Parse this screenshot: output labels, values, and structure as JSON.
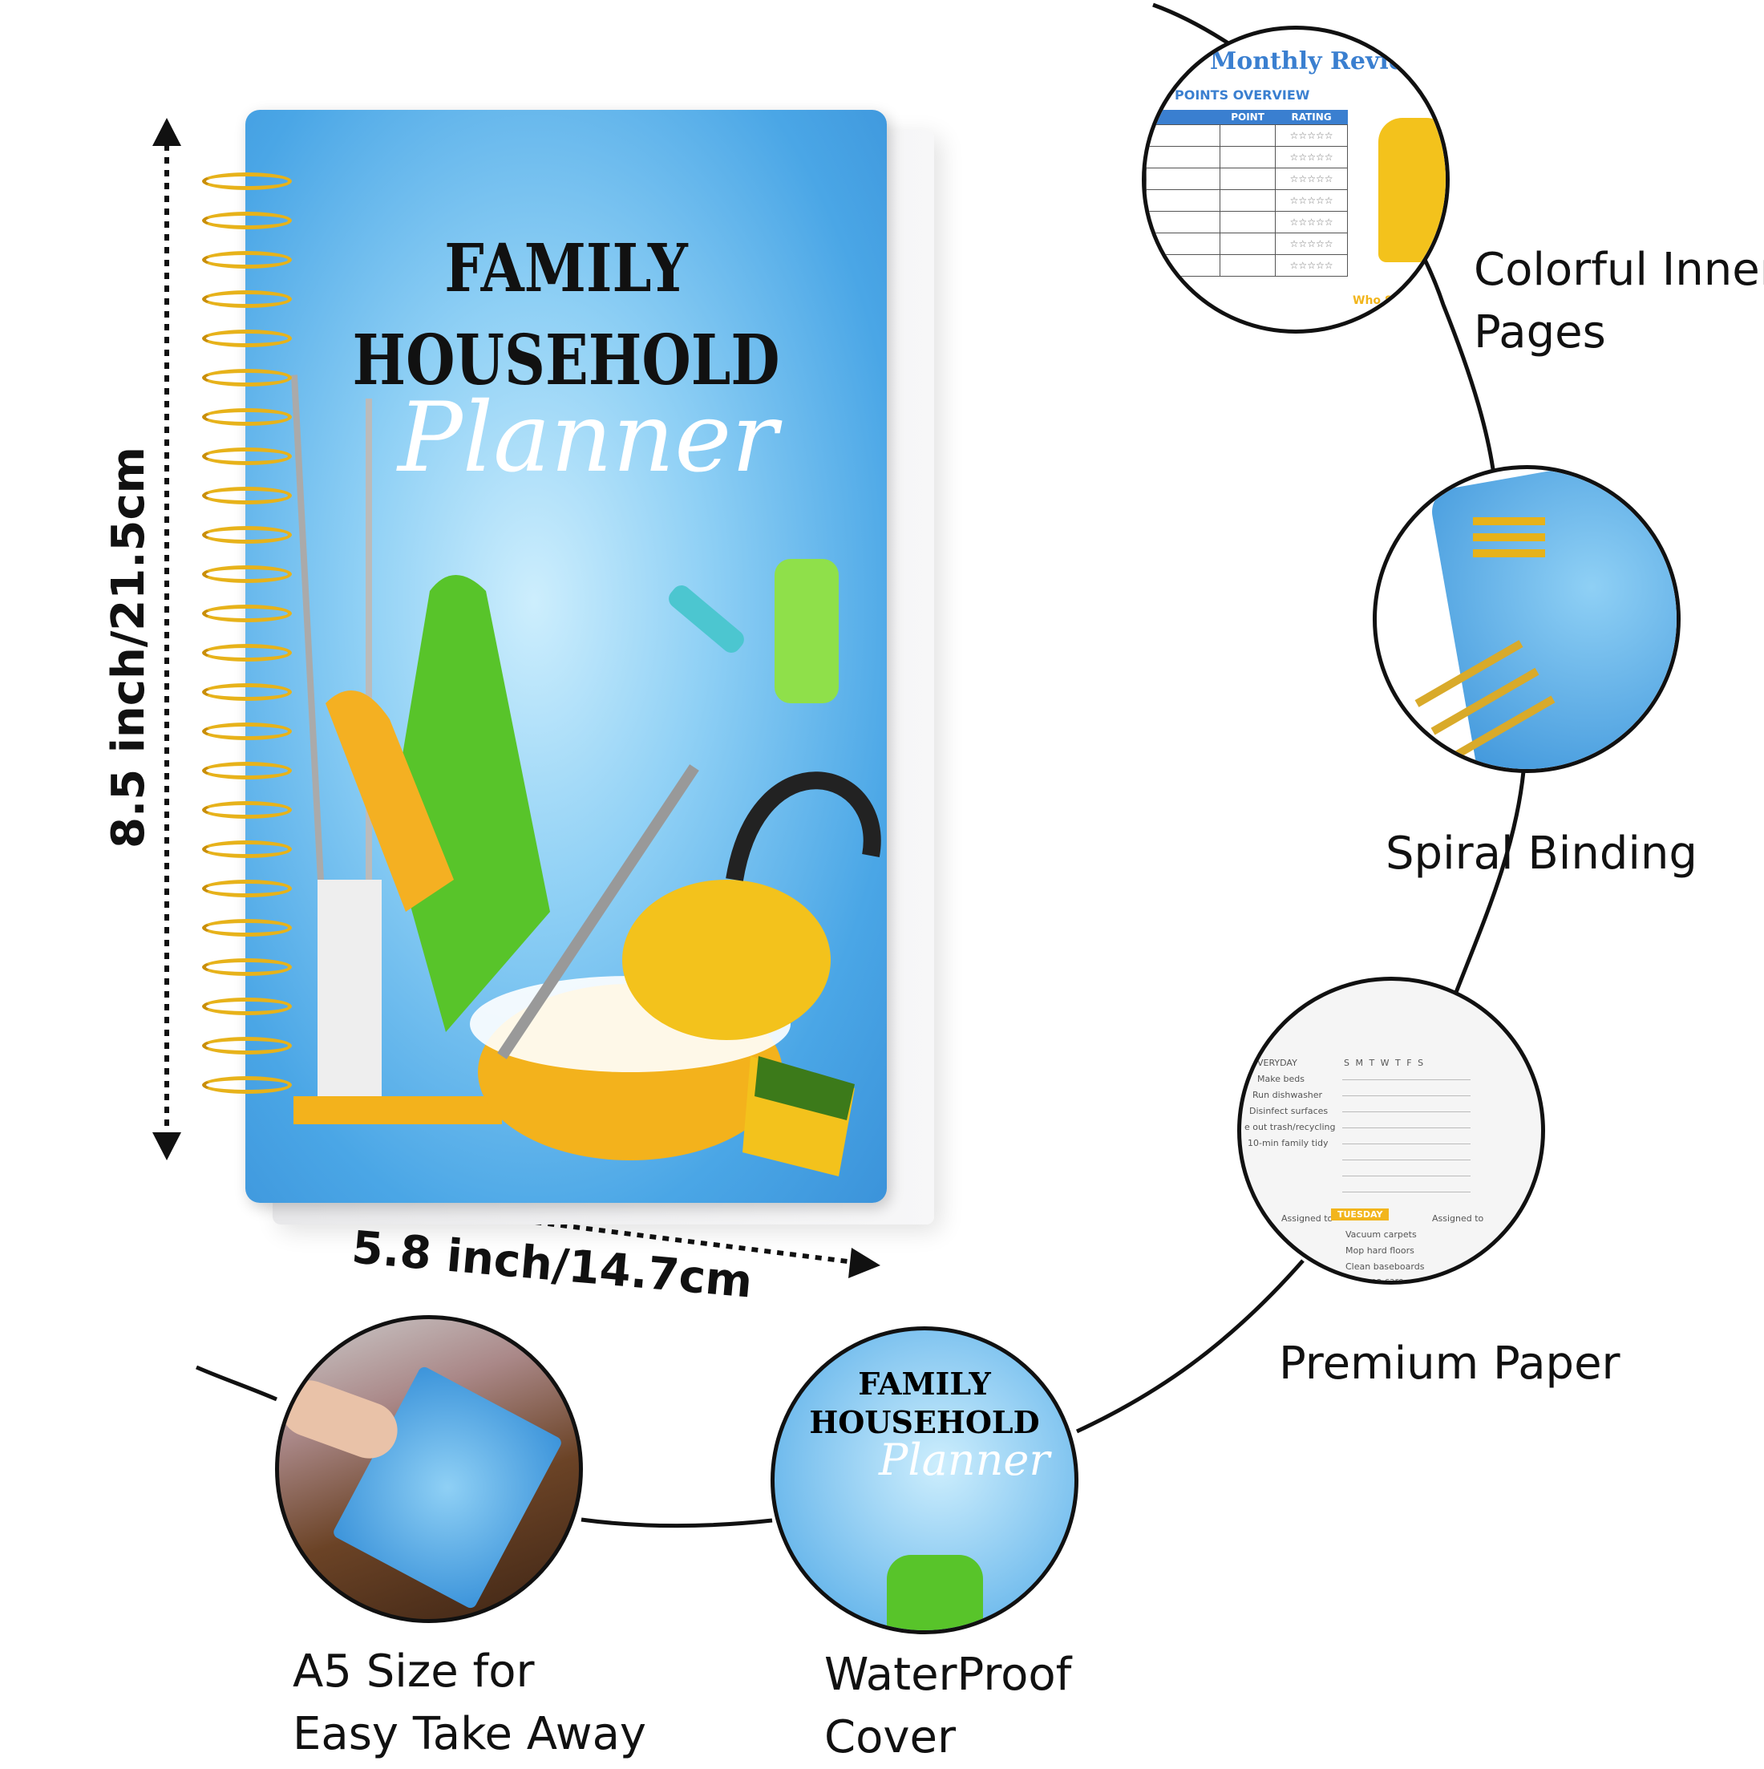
{
  "cover": {
    "title_line1": "FAMILY",
    "title_line2": "HOUSEHOLD",
    "title_line3": "Planner"
  },
  "dimensions": {
    "height_label": "8.5 inch/21.5cm",
    "width_label": "5.8 inch/14.7cm"
  },
  "features": [
    {
      "label_line1": "Colorful Inner",
      "label_line2": "Pages"
    },
    {
      "label_line1": "Spiral Binding"
    },
    {
      "label_line1": "Premium Paper"
    },
    {
      "label_line1": "WaterProof",
      "label_line2": "Cover"
    },
    {
      "label_line1": "A5 Size for",
      "label_line2": "Easy Take Away"
    }
  ],
  "inner_page": {
    "title": "Monthly Review",
    "subtitle": "POINTS OVERVIEW",
    "col_point": "POINT",
    "col_rating": "RATING",
    "stars": "☆☆☆☆☆",
    "footer": "Who Sh"
  },
  "paper_page": {
    "section": "VERYDAY",
    "days": "S  M  T  W  T  F  S",
    "tasks": [
      "Make beds",
      "Run dishwasher",
      "Disinfect surfaces",
      "e out trash/recycling",
      "10-min family tidy"
    ],
    "assigned": "Assigned to",
    "day_tag": "TUESDAY",
    "day_tasks": [
      "Vacuum carpets",
      "Mop hard floors",
      "Clean baseboards",
      "Pet area care"
    ]
  },
  "colors": {
    "accent_blue": "#3a7fd0",
    "ring_gold": "#e7b21a",
    "tag_yellow": "#f2b51c"
  }
}
